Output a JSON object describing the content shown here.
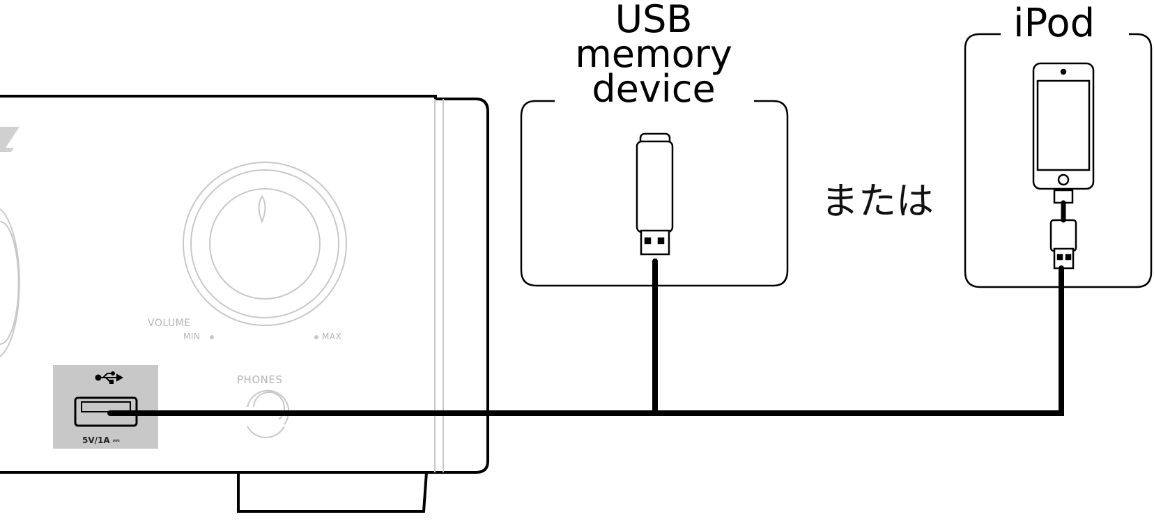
{
  "labels": {
    "usb_memory_line1": "USB",
    "usb_memory_line2": "memory",
    "usb_memory_line3": "device",
    "ipod": "iPod",
    "or": "または",
    "volume": "VOLUME",
    "min": "MIN",
    "max": "MAX",
    "phones": "PHONES",
    "usb_port_rating": "5V/1A ⎓"
  },
  "colors": {
    "panel_outline": "#000000",
    "panel_faded_detail": "#c8c8c8",
    "usb_port_background": "#c8c8c8",
    "cable": "#000000"
  }
}
